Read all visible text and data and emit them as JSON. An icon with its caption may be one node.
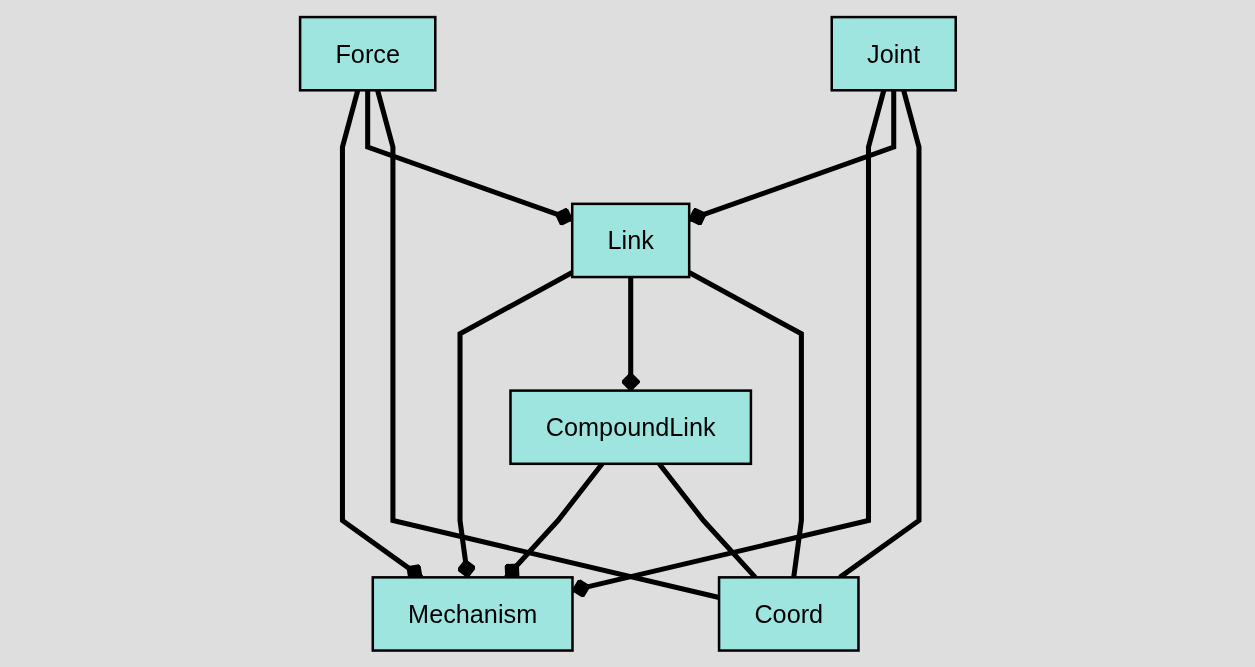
{
  "diagram": {
    "nodes": [
      {
        "text": [
          "Mechanism"
        ]
      },
      {
        "text": [
          "CompoundLink"
        ]
      },
      {
        "text": [
          "Link"
        ]
      },
      {
        "text": [
          "Force"
        ]
      },
      {
        "text": [
          "Joint"
        ]
      },
      {
        "text": [
          "Coord"
        ]
      }
    ],
    "edges": [
      {
        "from": 1,
        "to": 0,
        "arrow": "other"
      },
      {
        "from": 2,
        "to": 0,
        "arrow": "other"
      },
      {
        "from": 3,
        "to": 0,
        "arrow": "other"
      },
      {
        "from": 4,
        "to": 0,
        "arrow": "other"
      },
      {
        "from": 2,
        "to": 1,
        "arrow": "other"
      },
      {
        "from": 3,
        "to": 2,
        "arrow": "other"
      },
      {
        "from": 4,
        "to": 2,
        "arrow": "other"
      },
      {
        "from": 1,
        "to": 5,
        "arrow": "none"
      },
      {
        "from": 2,
        "to": 5,
        "arrow": "none"
      },
      {
        "from": 3,
        "to": 5,
        "arrow": "none"
      },
      {
        "from": 4,
        "to": 5,
        "arrow": "none"
      }
    ]
  }
}
